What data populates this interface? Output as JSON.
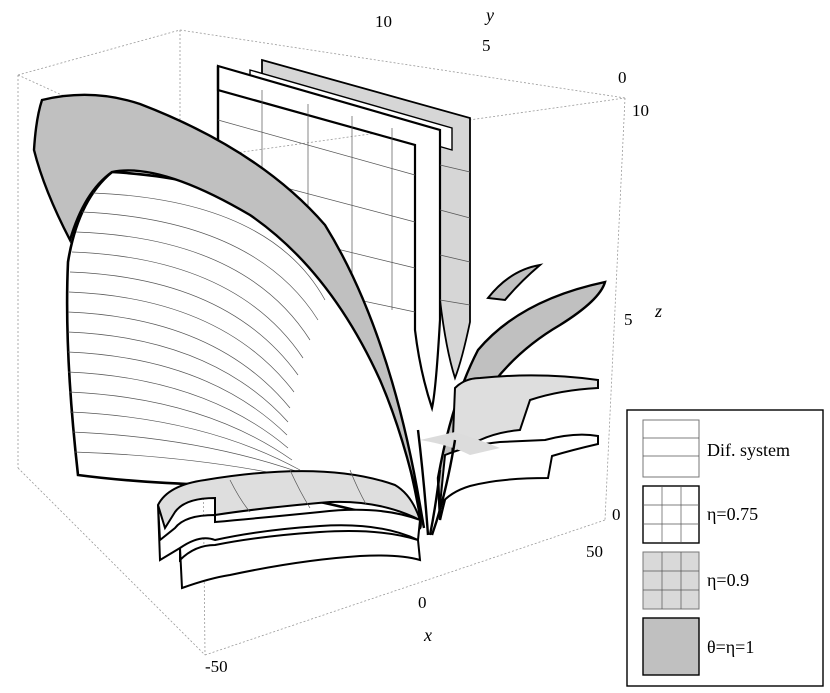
{
  "axes": {
    "x_label": "x",
    "y_label": "y",
    "z_label": "z",
    "x_ticks": [
      "-50",
      "0",
      "50"
    ],
    "y_ticks": [
      "10",
      "5",
      "0"
    ],
    "z_ticks": [
      "10",
      "5",
      "0"
    ]
  },
  "legend": {
    "items": [
      {
        "label": "Dif. system",
        "style": "horizontal-lines",
        "fill": "#ffffff"
      },
      {
        "label": "η=0.75",
        "style": "grid",
        "fill": "#ffffff"
      },
      {
        "label": "η=0.9",
        "style": "grid",
        "fill": "#d9d9d9"
      },
      {
        "label": "θ=η=1",
        "style": "solid",
        "fill": "#c0c0c0"
      }
    ]
  },
  "colors": {
    "surface_white": "#ffffff",
    "surface_light": "#dcdcdc",
    "surface_dark": "#bfbfbf",
    "edge": "#000000"
  }
}
